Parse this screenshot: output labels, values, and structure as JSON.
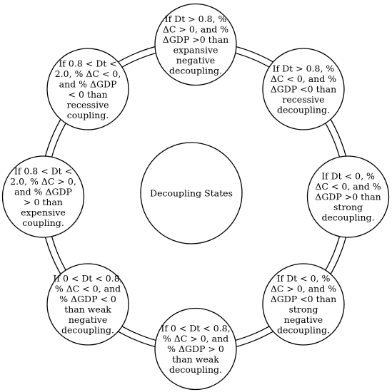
{
  "center": {
    "label": "Decoupling States"
  },
  "colors": {
    "stroke": "#000000",
    "fill": "#ffffff",
    "text": "#000000"
  },
  "states": [
    {
      "name": "expansive-negative-decoupling",
      "lines": [
        "If Dt > 0.8, %",
        "ΔC > 0, and %",
        "ΔGDP >0 than",
        "expansive",
        "negative",
        "decoupling."
      ]
    },
    {
      "name": "recessive-decoupling",
      "lines": [
        "If Dt > 0.8, %",
        "ΔC < 0, and %",
        "ΔGDP <0 than",
        "recessive",
        "decoupling."
      ]
    },
    {
      "name": "strong-decoupling",
      "lines": [
        "If Dt < 0, %",
        "ΔC < 0, and %",
        "ΔGDP >0 than",
        "strong",
        "decoupling."
      ]
    },
    {
      "name": "strong-negative-decoupling",
      "lines": [
        "If Dt < 0, %",
        "ΔC > 0, and %",
        "ΔGDP <0 than",
        "strong",
        "negative",
        "decoupling."
      ]
    },
    {
      "name": "weak-decoupling",
      "lines": [
        "If 0 < Dt < 0.8,",
        "% ΔC > 0, and",
        "% ΔGDP > 0",
        "than weak",
        "decoupling."
      ]
    },
    {
      "name": "weak-negative-decoupling",
      "lines": [
        "If 0 < Dt < 0.8,",
        "% ΔC < 0, and",
        "% ΔGDP < 0",
        "than weak",
        "negative",
        "decoupling."
      ]
    },
    {
      "name": "expensive-coupling",
      "lines": [
        "If 0.8 < Dt <",
        "2.0, % ΔC > 0,",
        "and % ΔGDP",
        "> 0 than",
        "expensive",
        "coupling."
      ]
    },
    {
      "name": "recessive-coupling",
      "lines": [
        "If 0.8 < Dt <",
        "2.0, % ΔC < 0,",
        "and % ΔGDP",
        "< 0 than",
        "recessive",
        "coupling."
      ]
    }
  ]
}
